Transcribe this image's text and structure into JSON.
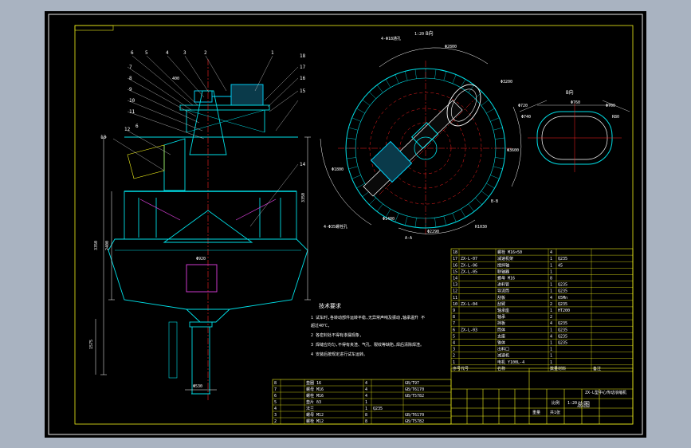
{
  "colors": {
    "background": "#a9b3c1",
    "paper": "#000000",
    "outer_frame": "#e8e8e8",
    "inner_frame": "#c8c8c8",
    "title_block": "#f2f21a",
    "outline": "#00e0e8",
    "dimension": "#ffffff",
    "centerline": "#ff2020",
    "hatch": "#e040e0",
    "motor": "#00d8ff",
    "leader": "#cfcfcf",
    "cable": "#3a7bff"
  },
  "front_view": {
    "part_numbers_left": [
      "6",
      "5",
      "4",
      "3",
      "2",
      "1"
    ],
    "part_numbers_side": [
      "7",
      "8",
      "9",
      "10",
      "11"
    ],
    "part_numbers_right": [
      "18",
      "17",
      "16",
      "15",
      "14"
    ],
    "callouts": [
      "12",
      "13",
      "6"
    ],
    "dims": {
      "overall_height": "3350",
      "cone_height": "2400",
      "outlet_height": "1575",
      "flange": "Φ530",
      "top_mark": "400",
      "mid_mark": "Φ920"
    }
  },
  "top_view": {
    "section_labels": [
      "B向",
      "1:20"
    ],
    "annotations": [
      "4-Φ18通孔",
      "Φ2800",
      "Φ3200",
      "Φ3600",
      "B-B",
      "R1030",
      "A-A",
      "Φ1400",
      "Φ1800",
      "4-Φ35螺栓孔",
      "Φ2290"
    ]
  },
  "detail_view": {
    "title": "B向",
    "dims": [
      "Φ720",
      "Φ760",
      "Φ700",
      "Φ740",
      "R80"
    ]
  },
  "tech_notes": {
    "heading": "技术要求",
    "lines": [
      "1 试车时,各转动部件运转平稳,无异常声响及振动,轴承温升 不",
      "超过40℃,",
      "2 各密封处不得有渗漏现象,",
      "3 焊缝应均匀,不得有夹渣、气孔、裂纹等缺陷,焊后清除焊渣。",
      "4 安装后按规定进行试车运转。"
    ]
  },
  "parts_table": {
    "rows": [
      [
        "18",
        "",
        "螺栓 M16×50",
        "4",
        "",
        ""
      ],
      [
        "17",
        "ZX-L-07",
        "减速机架",
        "1",
        "Q235",
        ""
      ],
      [
        "16",
        "ZX-L-06",
        "搅拌轴",
        "1",
        "45",
        ""
      ],
      [
        "15",
        "ZX-L-05",
        "联轴器",
        "1",
        "",
        ""
      ],
      [
        "14",
        "",
        "螺母 M16",
        "8",
        "",
        ""
      ],
      [
        "13",
        "",
        "进料管",
        "1",
        "Q235",
        ""
      ],
      [
        "12",
        "",
        "导流筒",
        "1",
        "Q235",
        ""
      ],
      [
        "11",
        "",
        "刮板",
        "4",
        "65Mn",
        ""
      ],
      [
        "10",
        "ZX-L-04",
        "刮臂",
        "2",
        "Q235",
        ""
      ],
      [
        "9",
        "",
        "轴承座",
        "1",
        "HT200",
        ""
      ],
      [
        "8",
        "",
        "轴承",
        "2",
        "",
        ""
      ],
      [
        "7",
        "",
        "挡板",
        "4",
        "Q235",
        ""
      ],
      [
        "6",
        "ZX-L-03",
        "筒体",
        "1",
        "Q235",
        ""
      ],
      [
        "5",
        "",
        "支座",
        "4",
        "Q235",
        ""
      ],
      [
        "4",
        "",
        "锥体",
        "1",
        "Q235",
        ""
      ],
      [
        "3",
        "",
        "出料口",
        "1",
        "",
        ""
      ],
      [
        "2",
        "",
        "减速机",
        "1",
        "",
        ""
      ],
      [
        "1",
        "",
        "电机 Y100L-4",
        "1",
        "",
        ""
      ]
    ],
    "header": [
      "序号",
      "代号",
      "名称",
      "数量",
      "材料",
      "备注"
    ]
  },
  "lower_table": {
    "rows": [
      [
        "8",
        "",
        "垫圈 16",
        "4",
        "",
        "GB/T97"
      ],
      [
        "7",
        "",
        "螺母 M16",
        "4",
        "",
        "GB/T6170"
      ],
      [
        "6",
        "",
        "螺栓 M16",
        "4",
        "",
        "GB/T5782"
      ],
      [
        "5",
        "",
        "垫片 δ3",
        "1",
        "",
        ""
      ],
      [
        "4",
        "",
        "法兰",
        "1",
        "Q235",
        ""
      ],
      [
        "3",
        "",
        "螺母 M12",
        "8",
        "",
        "GB/T6170"
      ],
      [
        "2",
        "",
        "螺栓 M12",
        "8",
        "",
        "GB/T5782"
      ]
    ]
  },
  "title_block": {
    "drawing_title": "ZX-L型中心传动浓缩机",
    "drawing_no": "总图",
    "scale_label": "比例",
    "scale": "1:20",
    "sheet": "共1张",
    "weight_label": "重量"
  }
}
